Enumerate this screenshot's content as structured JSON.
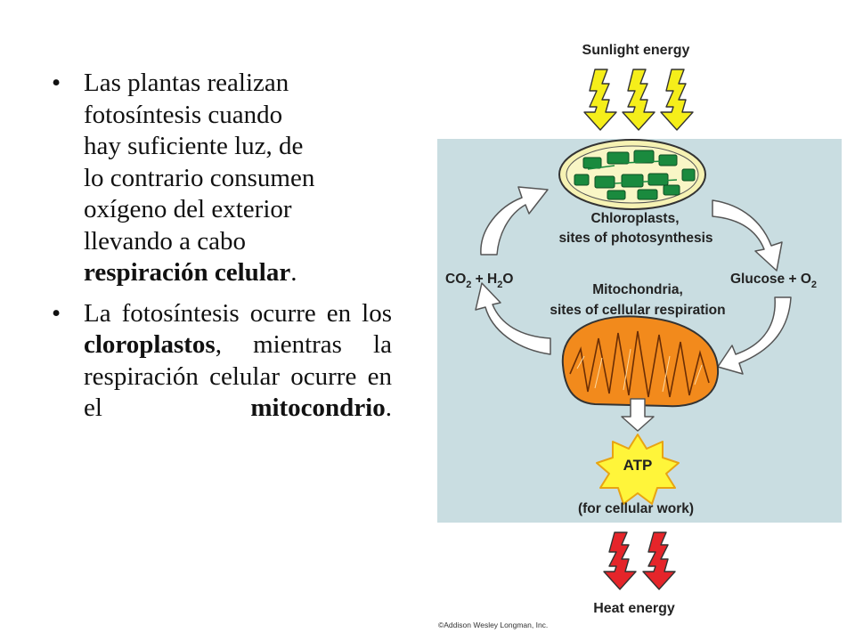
{
  "bullets": [
    {
      "lines": [
        "Las plantas realizan",
        "fotosíntesis cuando",
        "hay suficiente luz, de",
        "lo contrario consumen",
        "oxígeno del exterior",
        "llevando a cabo"
      ],
      "bold": "respiración celular",
      "end": "."
    },
    {
      "t1": "La fotosíntesis ocurre en los ",
      "b1": "cloroplastos",
      "t2": ", mientras la respiración celular ocurre en el ",
      "b2": "mitocondrio",
      "t3": "."
    }
  ],
  "diagram": {
    "sunlight": "Sunlight energy",
    "chloro_title": "Chloroplasts,",
    "chloro_sub": "sites of photosynthesis",
    "co2": "CO",
    "co2_sub": "2",
    "plus_h2o": " + H",
    "h2o_sub": "2",
    "h2o_o": "O",
    "glucose": "Glucose + O",
    "o2_sub": "2",
    "mito_title": "Mitochondria,",
    "mito_sub": "sites of cellular respiration",
    "atp": "ATP",
    "atp_note": "(for cellular work)",
    "heat": "Heat energy",
    "copyright": "©Addison Wesley Longman, Inc."
  },
  "colors": {
    "panel": "#c9dde1",
    "sun_arrow": "#f5ee1a",
    "heat_arrow": "#e5252a",
    "chloroplast": "#f6f2b3",
    "grana": "#1a8a3e",
    "mitochondrion": "#f28a1c",
    "atp_star": "#fff53a"
  }
}
